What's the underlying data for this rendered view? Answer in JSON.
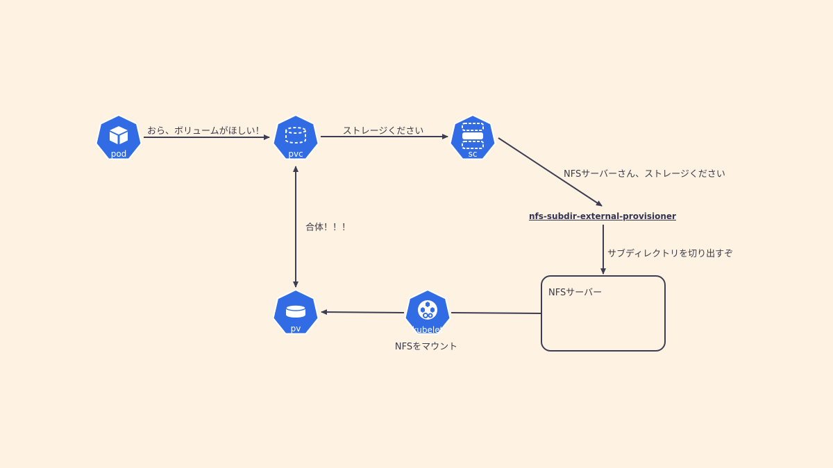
{
  "nodes": {
    "pod": "pod",
    "pvc": "pvc",
    "sc": "sc",
    "pv": "pv",
    "kubelet": "kubelet"
  },
  "edges": {
    "pod_pvc": "おら、ボリュームがほしい！",
    "pvc_sc": "ストレージください",
    "sc_provisioner": "NFSサーバーさん、ストレージください",
    "provisioner_nfs": "サブディレクトリを切り出すぞ",
    "pvc_pv": "合体！！！",
    "kubelet_mount": "NFSをマウント"
  },
  "provisioner": "nfs-subdir-external-provisioner",
  "nfs_server": "NFSサーバー",
  "colors": {
    "background": "#fef3e2",
    "k8s_blue": "#326ce5",
    "arrow": "#3c3c52"
  }
}
